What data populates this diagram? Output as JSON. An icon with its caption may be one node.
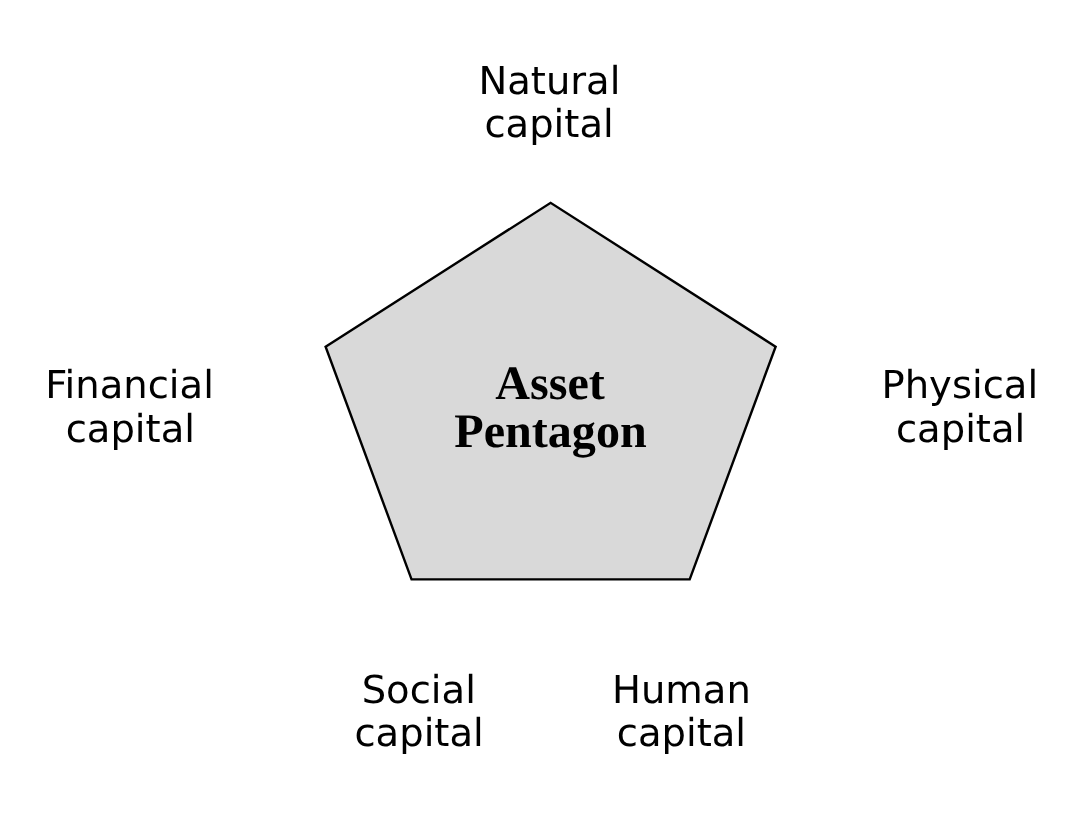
{
  "diagram": {
    "nodes": [
      {
        "text": [
          "Asset Pentagon"
        ]
      }
    ],
    "labels": [
      "Natural capital",
      "Financial capital",
      "Physical capital",
      "Social capital",
      "Human capital"
    ]
  }
}
